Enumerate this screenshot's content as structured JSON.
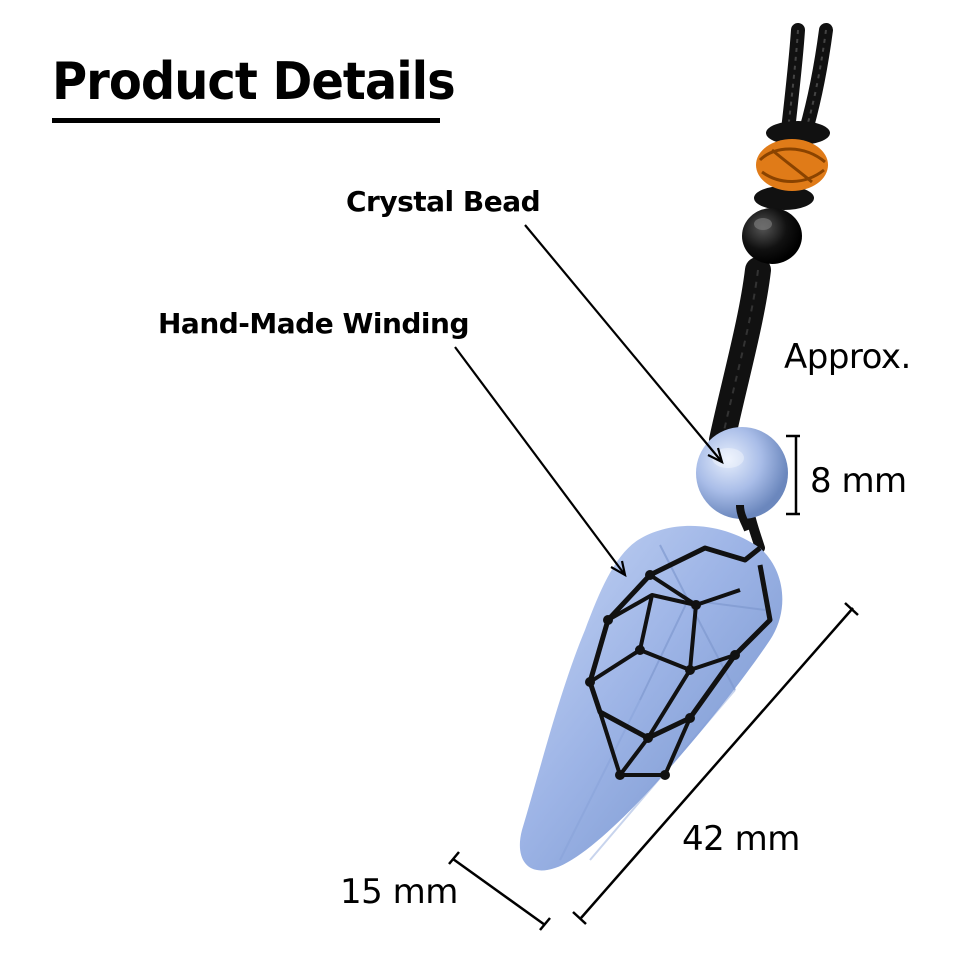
{
  "page": {
    "title": "Product Details"
  },
  "callouts": {
    "crystal_bead": "Crystal Bead",
    "hand_made_winding": "Hand-Made Winding"
  },
  "measurements": {
    "approx_label": "Approx.",
    "bead_size": "8 mm",
    "pendant_length": "42 mm",
    "pendant_width": "15 mm"
  },
  "colors": {
    "background": "#ffffff",
    "text": "#000000",
    "stone": "#9db4e6",
    "cord": "#111111",
    "knot_accent": "#e07b18"
  },
  "product": {
    "icon": "pendant-necklace-icon",
    "stone_icon": "crystal-pendant-icon",
    "bead_icon": "crystal-bead-icon",
    "cord_icon": "cord-icon"
  }
}
